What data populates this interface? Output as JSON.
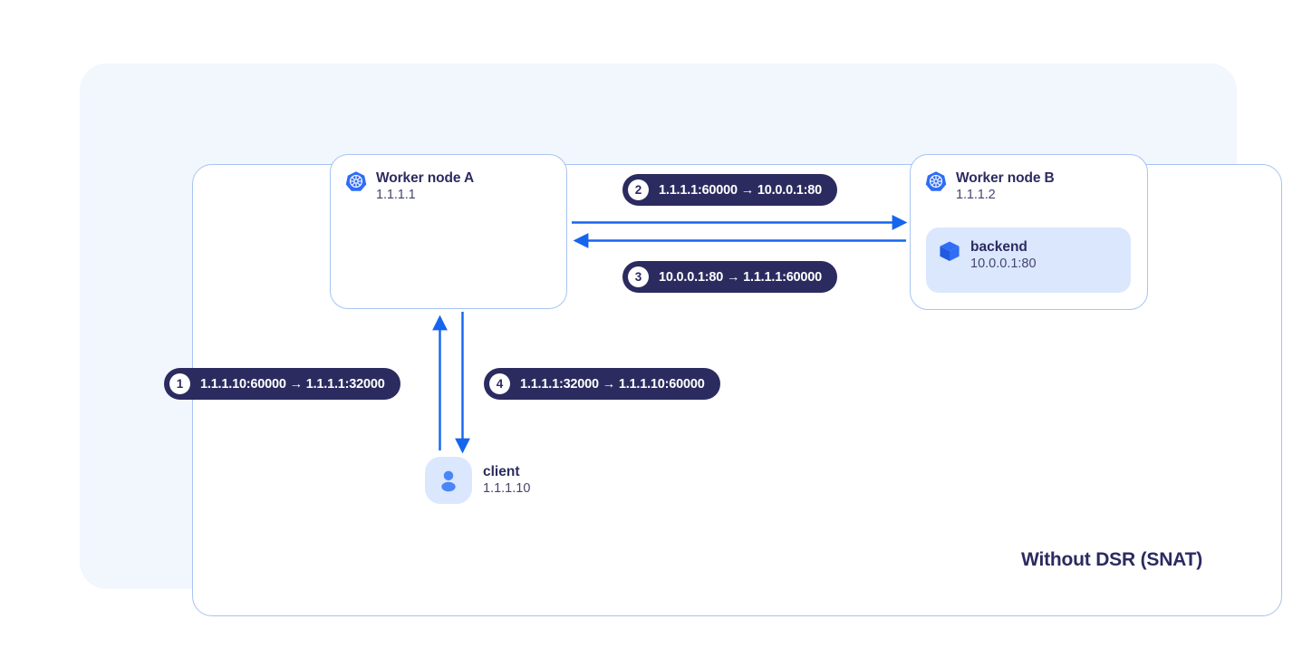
{
  "diagram": {
    "title": "Without DSR (SNAT)",
    "colors": {
      "panel_bg": "#f2f6fd",
      "box_border": "#a7c4f2",
      "badge_bg": "#2b2b60",
      "arrow": "#1565ee",
      "pod_bg": "#dbe7fd",
      "text_dark": "#2b2b60",
      "icon_blue": "#2f6df6"
    }
  },
  "nodes": {
    "worker_a": {
      "icon": "kubernetes-icon",
      "title": "Worker node A",
      "ip": "1.1.1.1"
    },
    "worker_b": {
      "icon": "kubernetes-icon",
      "title": "Worker node B",
      "ip": "1.1.1.2",
      "pod": {
        "icon": "pod-cube-icon",
        "name": "backend",
        "address": "10.0.0.1:80"
      }
    },
    "client": {
      "icon": "user-icon",
      "title": "client",
      "ip": "1.1.1.10"
    }
  },
  "flows": [
    {
      "number": "1",
      "label": "1.1.1.10:60000 → 1.1.1.1:32000"
    },
    {
      "number": "2",
      "label": "1.1.1.1:60000 → 10.0.0.1:80"
    },
    {
      "number": "3",
      "label": "10.0.0.1:80 → 1.1.1.1:60000"
    },
    {
      "number": "4",
      "label": "1.1.1.1:32000 → 1.1.1.10:60000"
    }
  ]
}
